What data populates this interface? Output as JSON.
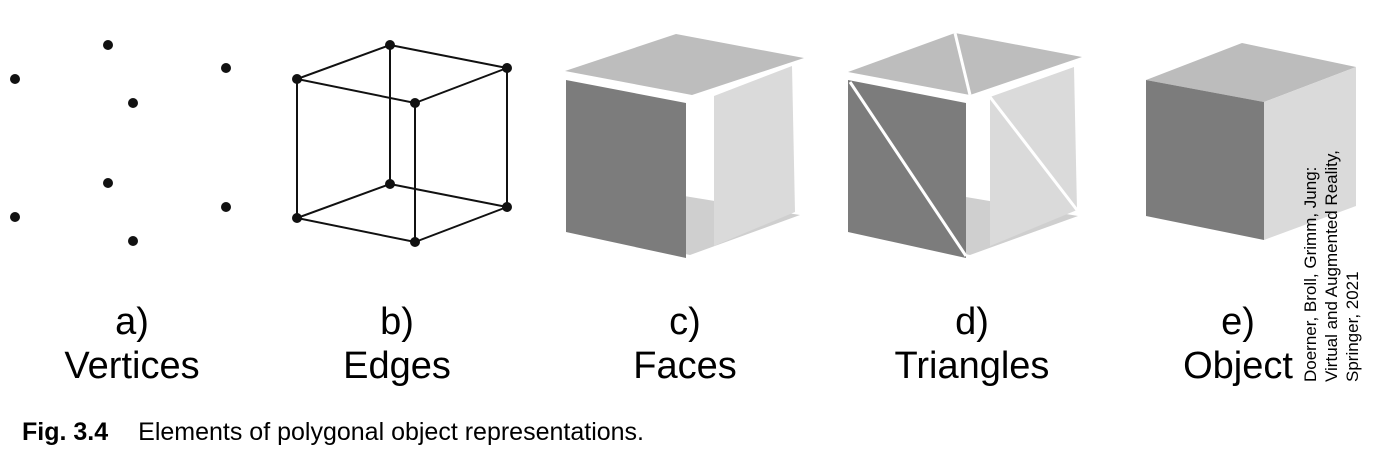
{
  "panels": [
    {
      "letter": "a)",
      "name": "Vertices"
    },
    {
      "letter": "b)",
      "name": "Edges"
    },
    {
      "letter": "c)",
      "name": "Faces"
    },
    {
      "letter": "d)",
      "name": "Triangles"
    },
    {
      "letter": "e)",
      "name": "Object"
    }
  ],
  "credit": {
    "line1": "Doerner, Broll, Grimm, Jung:",
    "line2": "Virtual and Augmented Reality,",
    "line3": "Springer, 2021"
  },
  "caption": {
    "number": "Fig. 3.4",
    "text": "Elements of polygonal object representations."
  },
  "colors": {
    "dark_face": "#7c7c7c",
    "light_face": "#d9d9d9",
    "top_face": "#bcbcbc",
    "bottom_face": "#cfcfcf",
    "line": "#111111"
  }
}
